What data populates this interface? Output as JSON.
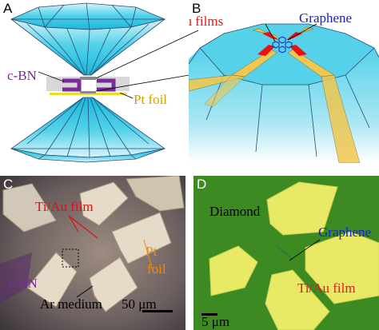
{
  "panels": {
    "A": {
      "label": "A",
      "cbn": "c-BN",
      "ptfoil": "Pt foil",
      "colors": {
        "diamond": "#2fc3e2",
        "edge": "#2a4a70",
        "cbn": "#7a2a9a",
        "foil": "#e7e02a"
      }
    },
    "B": {
      "label": "B",
      "tiau": "Ti/Au films",
      "graphene": "Graphene",
      "colors": {
        "tiau": "#d82020",
        "graphene": "#1a20c8",
        "film": "#f0c850",
        "sample": "#ee1010"
      }
    },
    "C": {
      "label": "C",
      "tiau": "Ti/Au film",
      "ptfoil": "Pt foil",
      "cbn": "c-BN",
      "ar": "Ar medium",
      "scale": "50 μm"
    },
    "D": {
      "label": "D",
      "diamond": "Diamond",
      "graphene": "Graphene",
      "tiau": "Ti/Au film",
      "scale": "5 μm"
    }
  }
}
